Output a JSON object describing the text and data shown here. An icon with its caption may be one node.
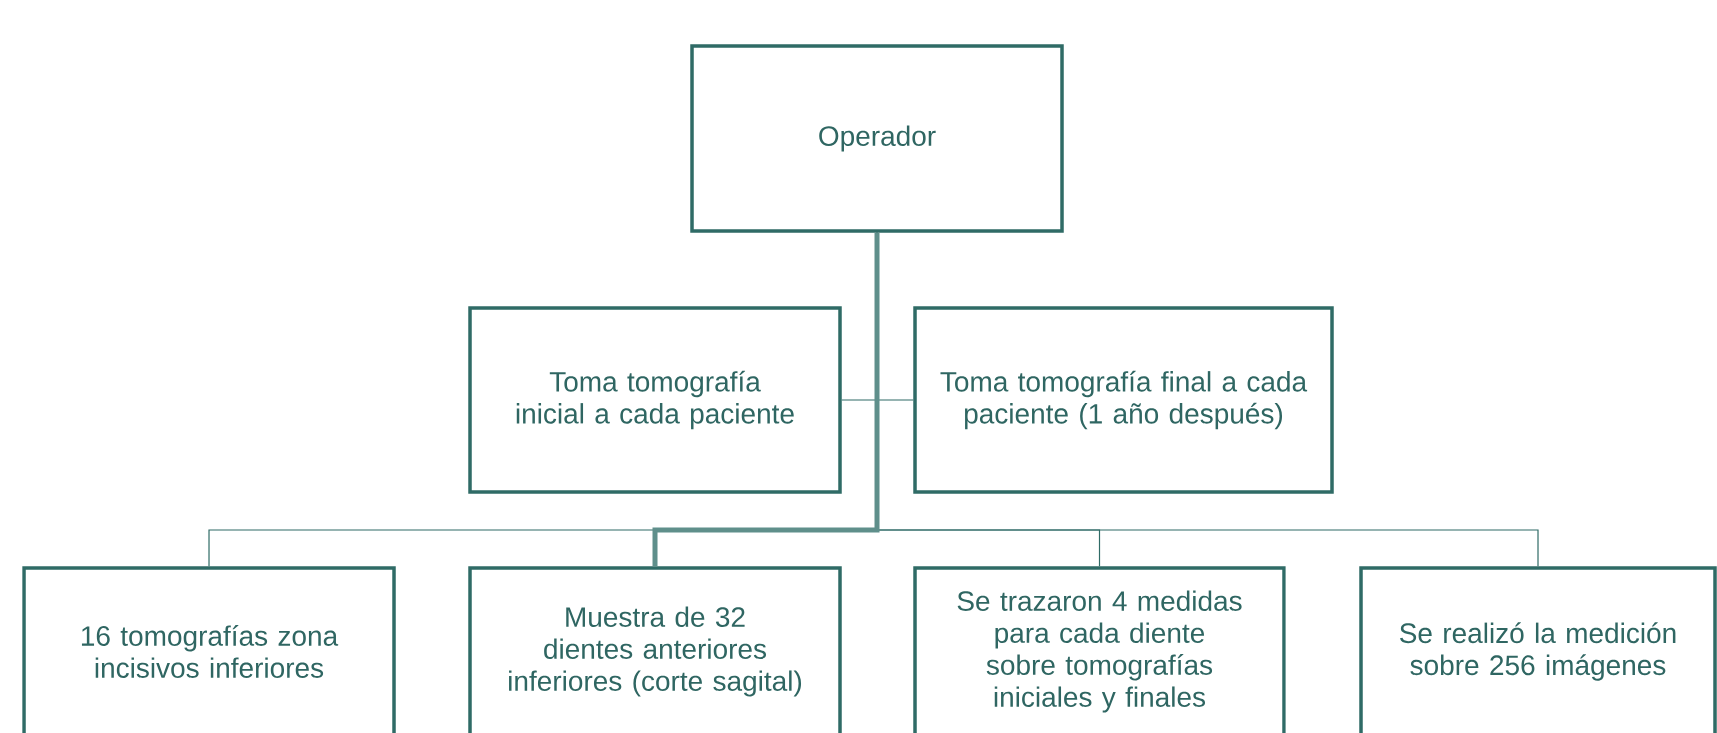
{
  "diagram": {
    "nodes": [
      {
        "text": [
          "Operador"
        ]
      },
      {
        "text": [
          "Toma tomografía inicial a cada paciente"
        ]
      },
      {
        "text": [
          "Toma tomografía final a cada paciente (1 año después)"
        ]
      },
      {
        "text": [
          "16 tomografías zona incisivos inferiores"
        ]
      },
      {
        "text": [
          "Muestra de 32 dientes anteriores inferiores (corte sagital)"
        ]
      },
      {
        "text": [
          "Se trazaron 4 medidas para cada diente sobre tomografías iniciales y finales"
        ]
      },
      {
        "text": [
          "Se realizó la medición sobre 256 imágenes"
        ]
      }
    ],
    "edges": [
      {
        "from": 0,
        "to": 1,
        "arrow": "none"
      },
      {
        "from": 0,
        "to": 2,
        "arrow": "none"
      },
      {
        "from": 0,
        "to": 3,
        "arrow": "none"
      },
      {
        "from": 0,
        "to": 4,
        "arrow": "none",
        "style": "thick",
        "color": "#5f8f8b"
      },
      {
        "from": 0,
        "to": 5,
        "arrow": "none"
      },
      {
        "from": 0,
        "to": 6,
        "arrow": "none"
      }
    ]
  }
}
